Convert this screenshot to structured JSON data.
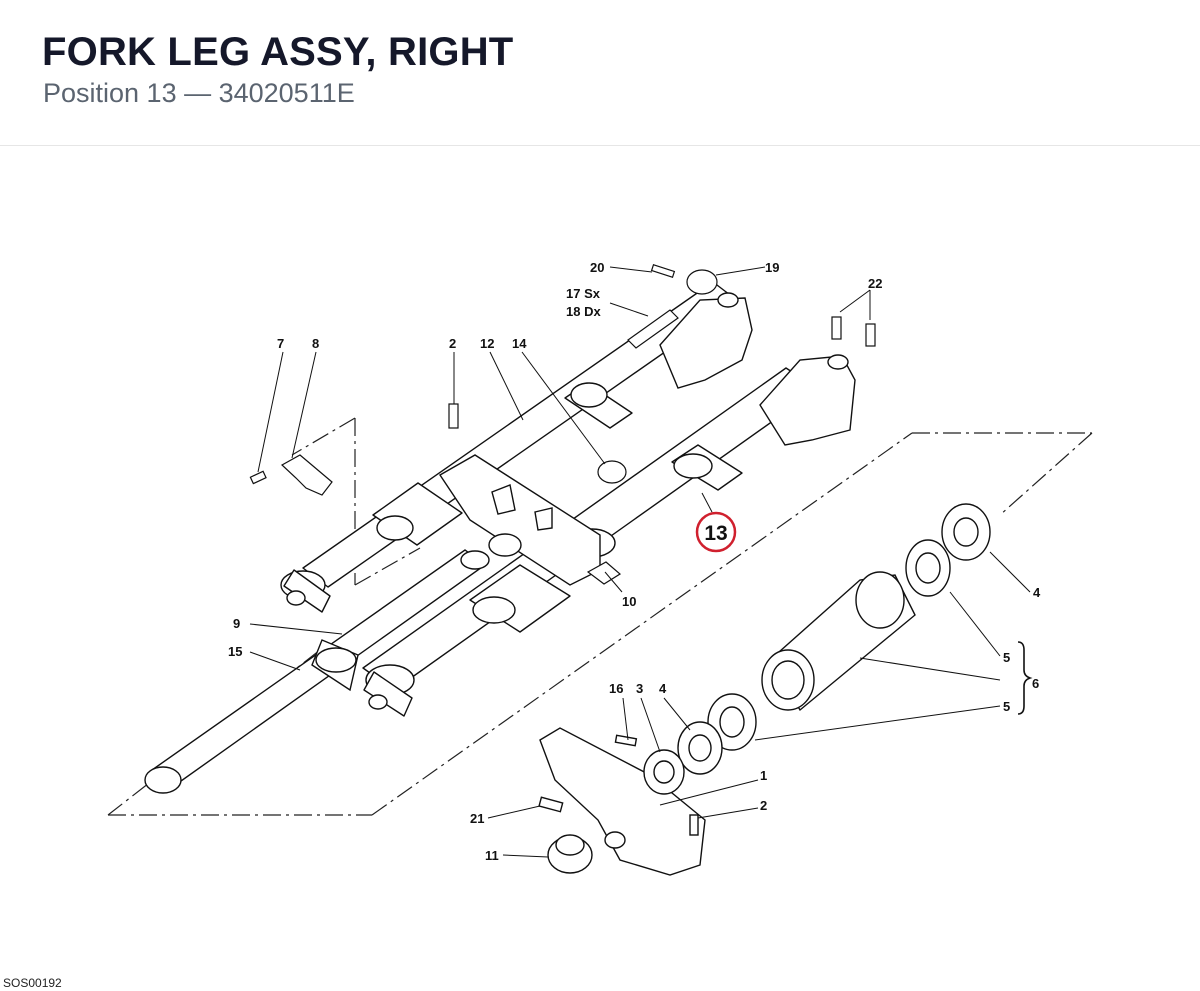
{
  "header": {
    "title": "FORK LEG ASSY, RIGHT",
    "subtitle": "Position 13 — 34020511E"
  },
  "callouts": [
    {
      "id": "c20",
      "text": "20"
    },
    {
      "id": "c19",
      "text": "19"
    },
    {
      "id": "c17sx",
      "text": "17 Sx"
    },
    {
      "id": "c18dx",
      "text": "18 Dx"
    },
    {
      "id": "c22",
      "text": "22"
    },
    {
      "id": "c7",
      "text": "7"
    },
    {
      "id": "c8",
      "text": "8"
    },
    {
      "id": "c2a",
      "text": "2"
    },
    {
      "id": "c12",
      "text": "12"
    },
    {
      "id": "c14",
      "text": "14"
    },
    {
      "id": "c10",
      "text": "10"
    },
    {
      "id": "c9",
      "text": "9"
    },
    {
      "id": "c15",
      "text": "15"
    },
    {
      "id": "c4a",
      "text": "4"
    },
    {
      "id": "c5a",
      "text": "5"
    },
    {
      "id": "c6",
      "text": "6"
    },
    {
      "id": "c5b",
      "text": "5"
    },
    {
      "id": "c16",
      "text": "16"
    },
    {
      "id": "c3",
      "text": "3"
    },
    {
      "id": "c4b",
      "text": "4"
    },
    {
      "id": "c1",
      "text": "1"
    },
    {
      "id": "c2b",
      "text": "2"
    },
    {
      "id": "c21",
      "text": "21"
    },
    {
      "id": "c11",
      "text": "11"
    }
  ],
  "highlight": {
    "text": "13",
    "color": "#d0202e"
  },
  "footer": {
    "doc_code": "SOS00192"
  }
}
